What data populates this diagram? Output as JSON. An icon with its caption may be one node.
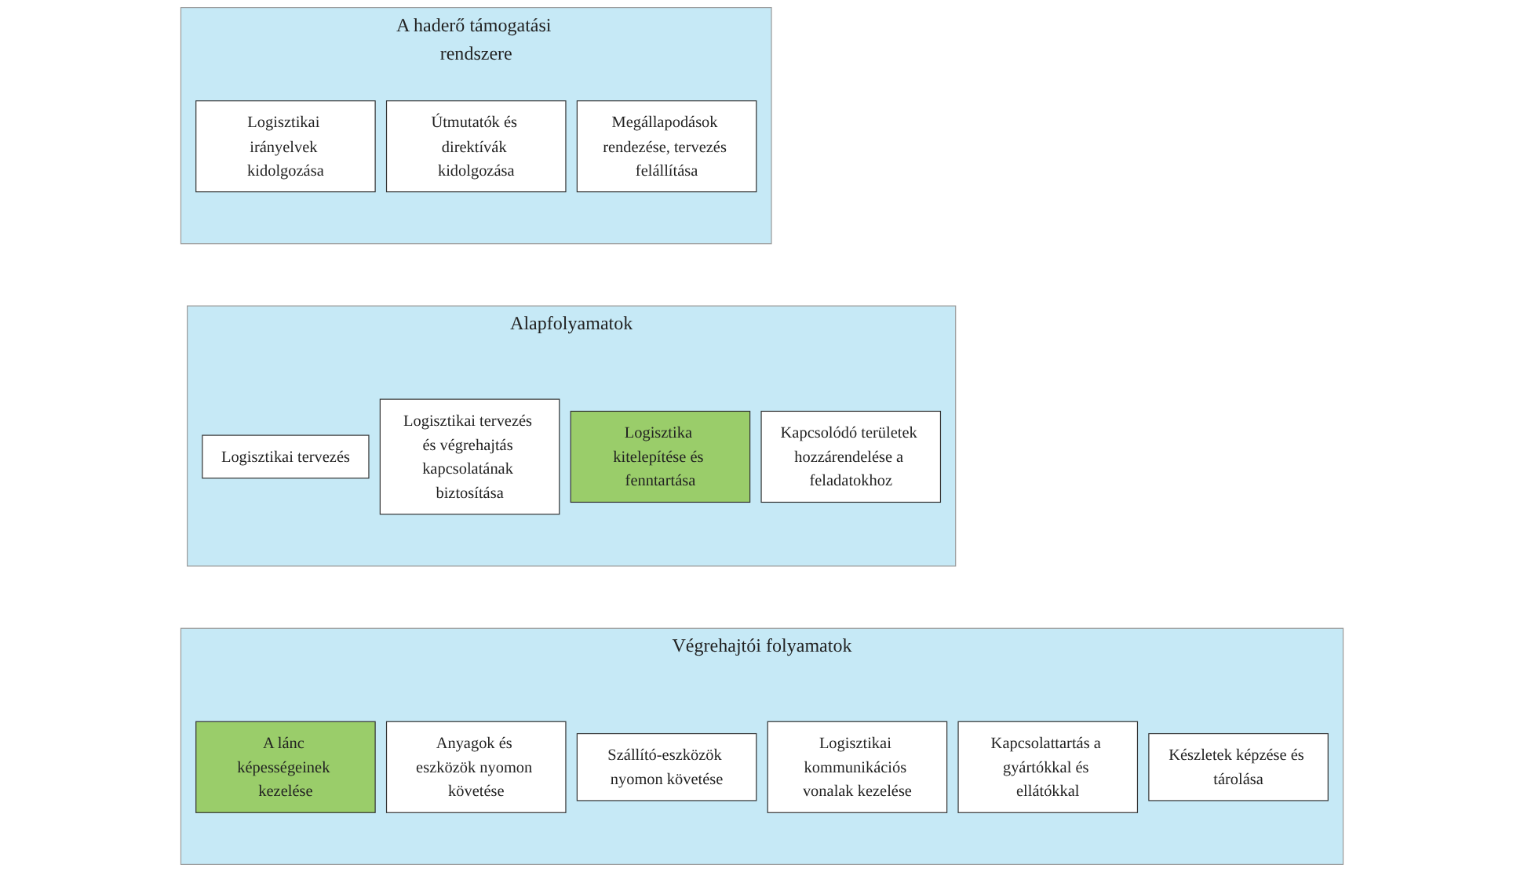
{
  "diagram": {
    "nodes": [
      {
        "text": [
          "A haderő támogatási rendszere"
        ]
      },
      {
        "text": [
          "Logisztikai irányelvek kidolgozása"
        ],
        "in": 0
      },
      {
        "text": [
          "Útmutatók és direktívák kidolgozása"
        ],
        "in": 0
      },
      {
        "text": [
          "Megállapodások rendezése, tervezés felállítása"
        ],
        "in": 0
      },
      {
        "text": [
          "Alapfolyamatok"
        ]
      },
      {
        "text": [
          "Logisztikai tervezés"
        ],
        "in": 4
      },
      {
        "text": [
          "Logisztikai tervezés és végrehajtás kapcsolatának biztosítása"
        ],
        "in": 4
      },
      {
        "text": [
          "Logisztika kitelepítése és fenntartása"
        ],
        "in": 4
      },
      {
        "text": [
          "Kapcsolódó területek hozzárendelése a feladatokhoz"
        ],
        "in": 4
      },
      {
        "text": [
          "Végrehajtói folyamatok"
        ]
      },
      {
        "text": [
          "A lánc képességeinek kezelése"
        ],
        "in": 9
      },
      {
        "text": [
          "Anyagok és eszközök nyomon követése"
        ],
        "in": 9
      },
      {
        "text": [
          "Szállító-eszközök nyomon követése"
        ],
        "in": 9
      },
      {
        "text": [
          "Logisztikai kommunikációs vonalak kezelése"
        ],
        "in": 9
      },
      {
        "text": [
          "Kapcsolattartás a gyártókkal és ellátókkal"
        ],
        "in": 9
      },
      {
        "text": [
          "Készletek képzése és tárolása"
        ],
        "in": 9
      }
    ]
  }
}
